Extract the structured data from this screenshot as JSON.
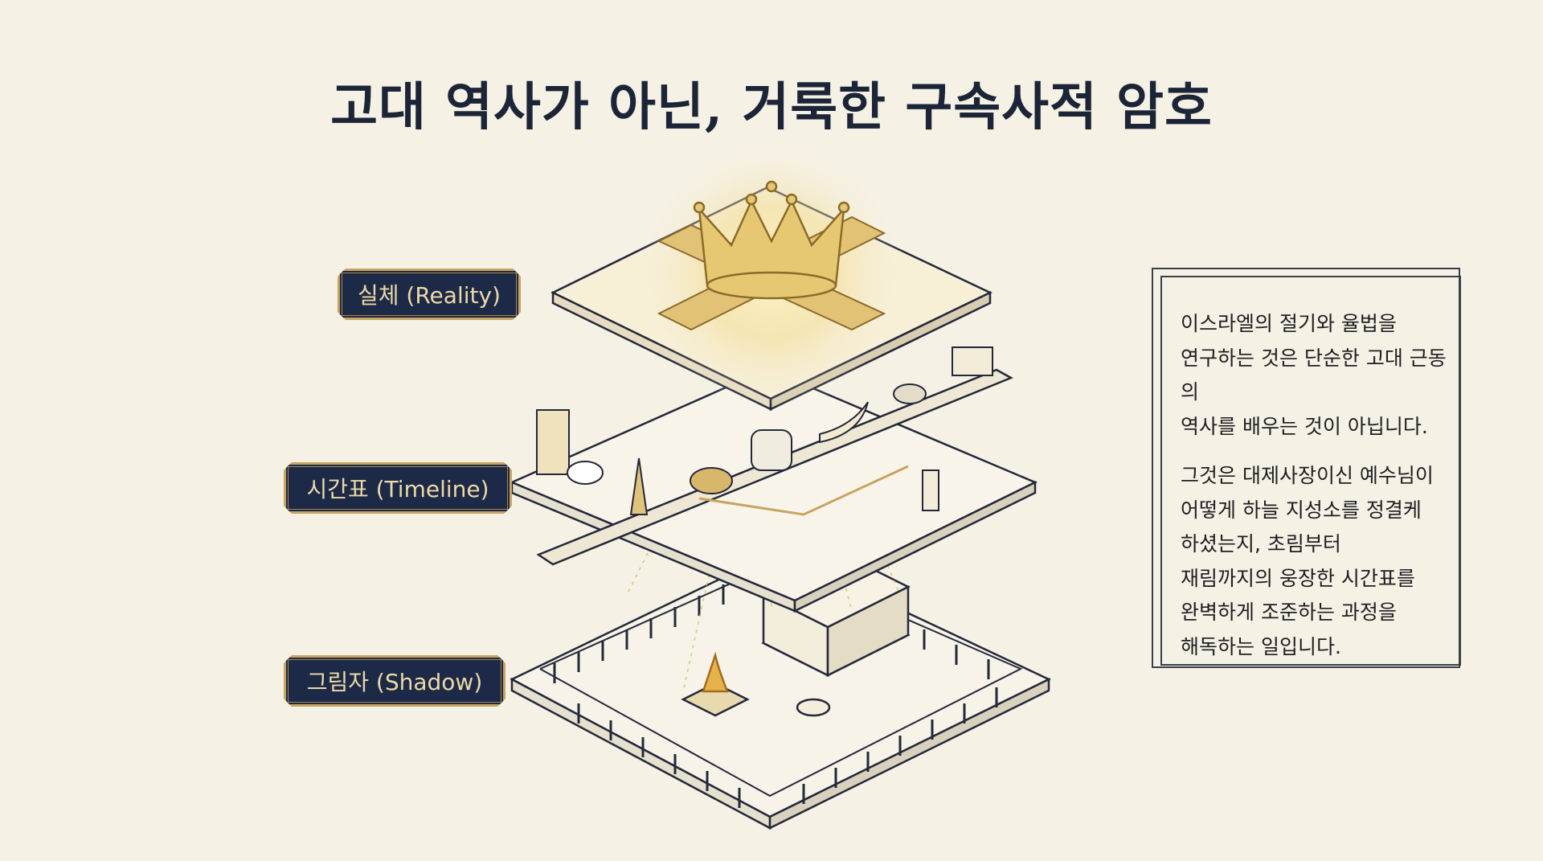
{
  "title": "고대 역사가 아닌, 거룩한 구속사적 암호",
  "layers": [
    {
      "label": "실체 (Reality)"
    },
    {
      "label": "시간표 (Timeline)"
    },
    {
      "label": "그림자 (Shadow)"
    }
  ],
  "description": {
    "paragraph1": [
      "이스라엘의 절기와 율법을",
      "연구하는 것은 단순한 고대 근동의",
      "역사를 배우는 것이 아닙니다."
    ],
    "paragraph2": [
      "그것은 대제사장이신 예수님이",
      "어떻게 하늘 지성소를 정결케",
      "하셨는지, 초림부터",
      "재림까지의 웅장한 시간표를",
      "완벽하게 조준하는 과정을",
      "해독하는 일입니다."
    ]
  },
  "colors": {
    "background": "#f5f1e4",
    "navy": "#1d2a47",
    "gold": "#c7a560",
    "ink": "#1c2538"
  }
}
